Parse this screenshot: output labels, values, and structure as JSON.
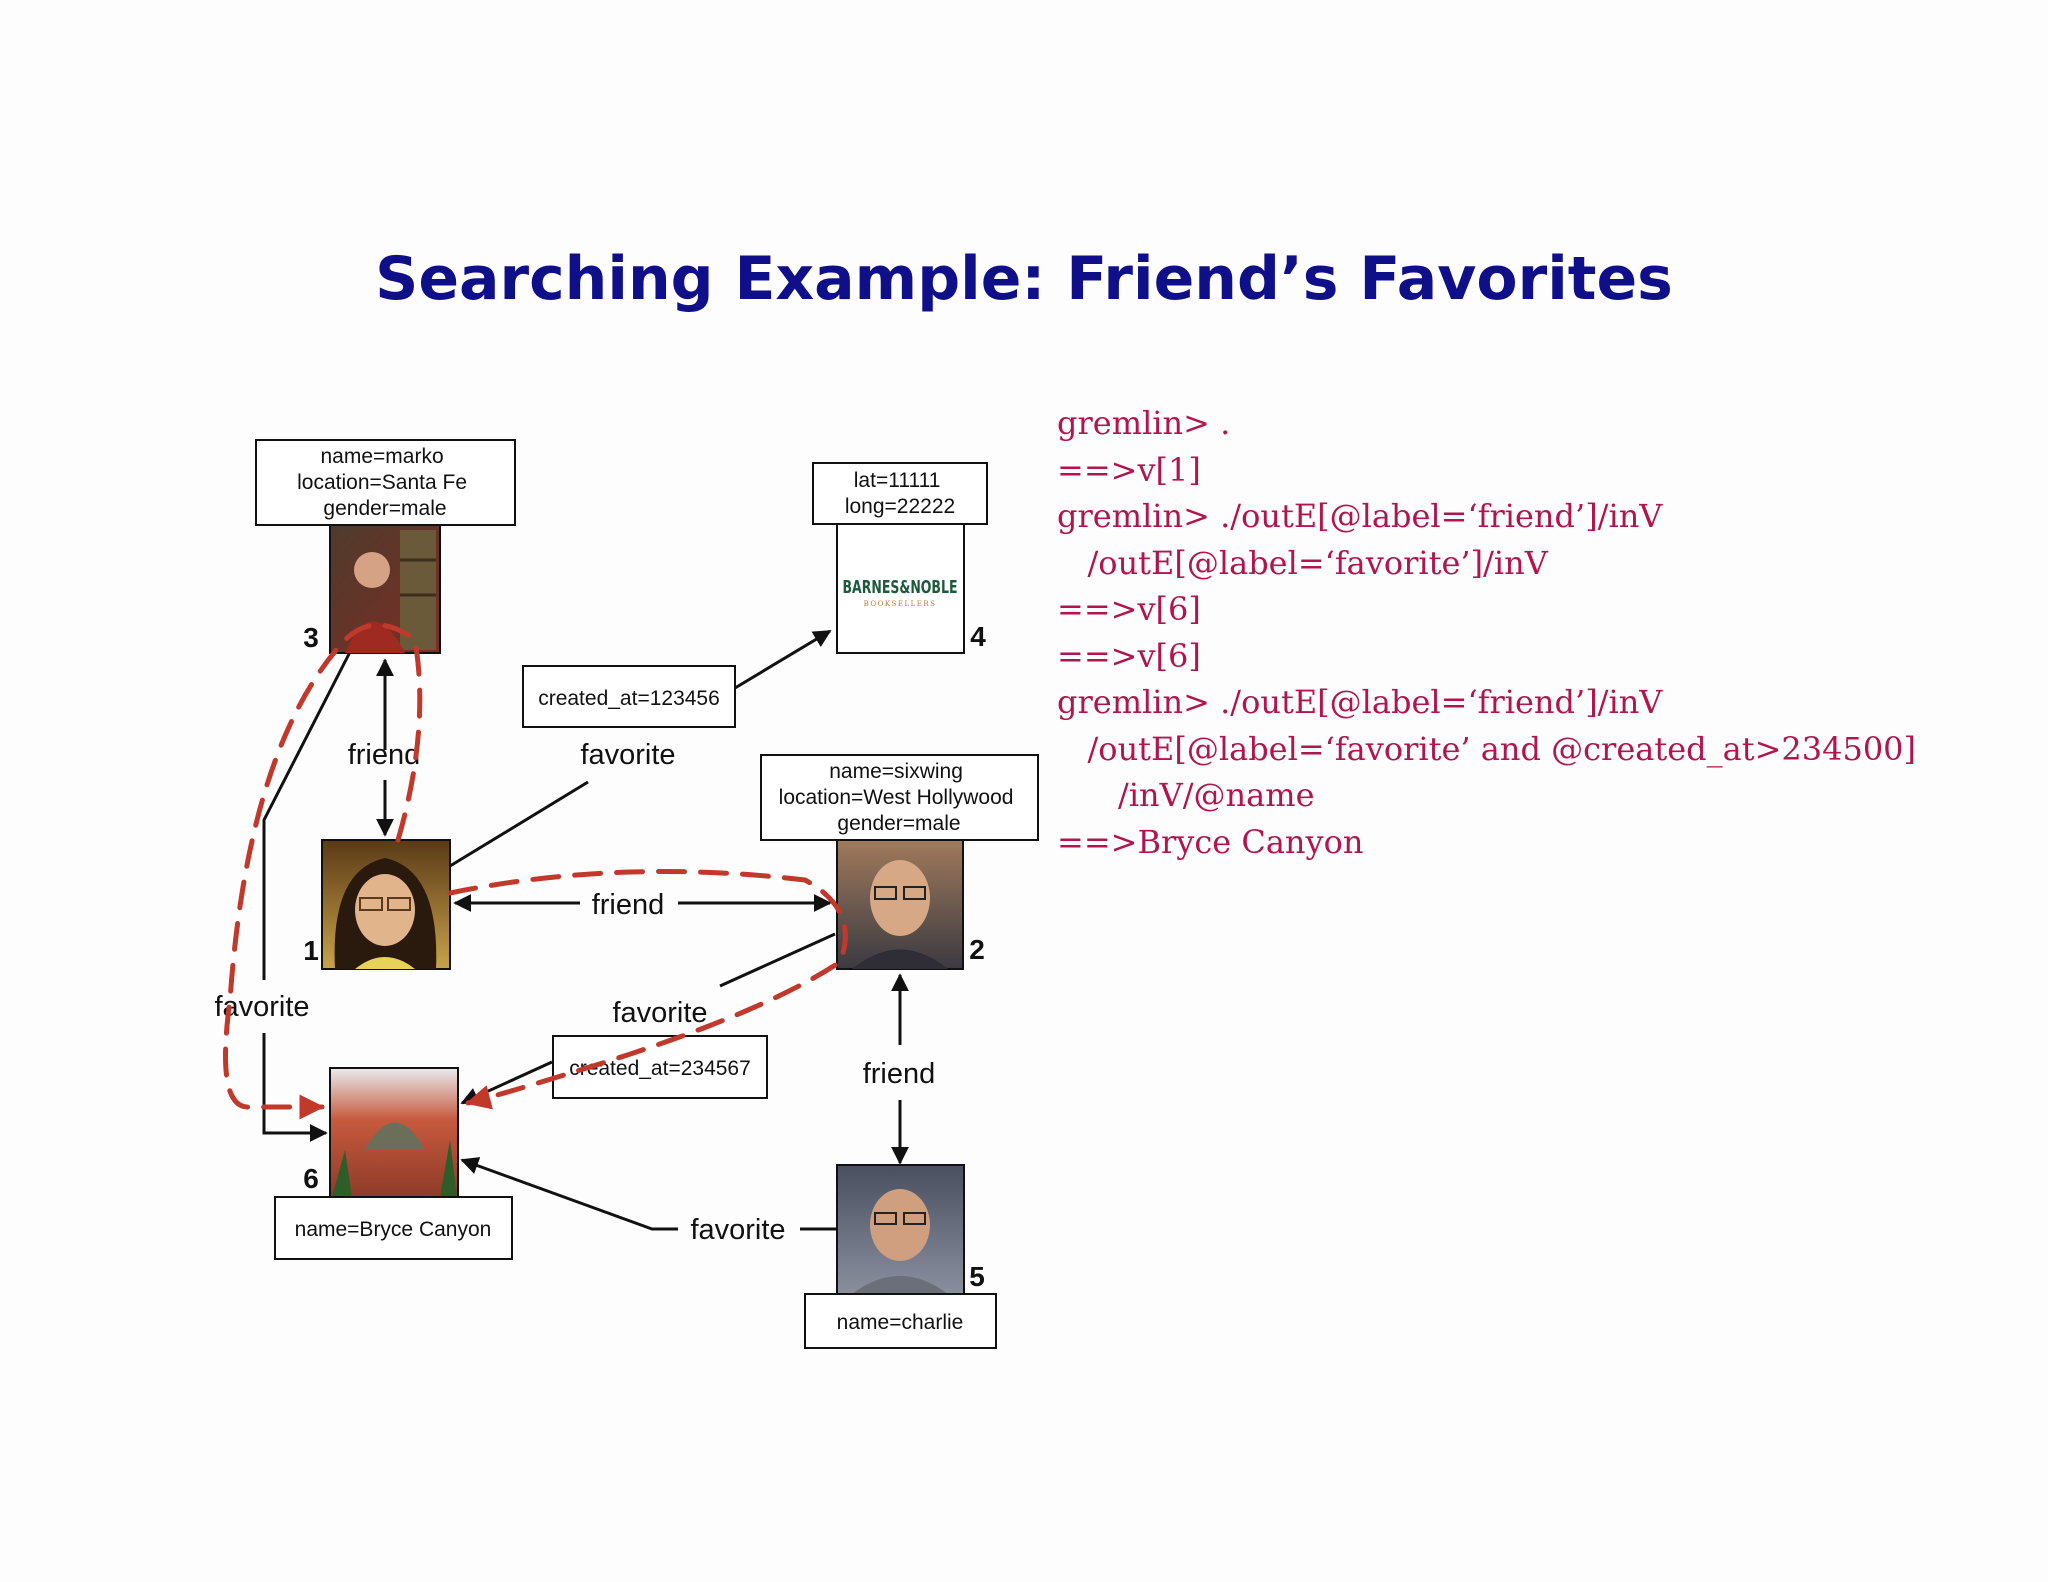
{
  "title": "Searching Example: Friend’s Favorites",
  "vertices": [
    {
      "id": "1",
      "label": "1",
      "photo": "person-photo-marko-friend"
    },
    {
      "id": "2",
      "label": "2",
      "props": [
        "name=sixwing",
        "location=West Hollywood",
        "gender=male"
      ],
      "photo": "person-photo-sixwing"
    },
    {
      "id": "3",
      "label": "3",
      "props": [
        "name=marko",
        "location=Santa Fe",
        "gender=male"
      ],
      "photo": "person-photo-marko"
    },
    {
      "id": "4",
      "label": "4",
      "props": [
        "lat=11111",
        "long=22222"
      ],
      "photo": "barnes-noble-logo",
      "logo_text": "BARNES&NOBLE",
      "logo_sub": "BOOKSELLERS"
    },
    {
      "id": "5",
      "label": "5",
      "props": [
        "name=charlie"
      ],
      "photo": "person-photo-charlie"
    },
    {
      "id": "6",
      "label": "6",
      "props": [
        "name=Bryce Canyon"
      ],
      "photo": "canyon-photo"
    }
  ],
  "edges": [
    {
      "from": "1",
      "to": "3",
      "label": "friend"
    },
    {
      "from": "1",
      "to": "2",
      "label": "friend"
    },
    {
      "from": "2",
      "to": "5",
      "label": "friend"
    },
    {
      "from": "1",
      "to": "4",
      "label": "favorite",
      "props": "created_at=123456"
    },
    {
      "from": "3",
      "to": "6",
      "label": "favorite"
    },
    {
      "from": "2",
      "to": "6",
      "label": "favorite",
      "props": "created_at=234567"
    },
    {
      "from": "5",
      "to": "6",
      "label": "favorite"
    }
  ],
  "code": [
    "gremlin> .",
    "==>v[1]",
    "gremlin> ./outE[@label=‘friend’]/inV",
    "   /outE[@label=‘favorite’]/inV",
    "==>v[6]",
    "==>v[6]",
    "gremlin> ./outE[@label=‘friend’]/inV",
    "   /outE[@label=‘favorite’ and @created_at>234500]",
    "      /inV/@name",
    "==>Bryce Canyon"
  ],
  "colors": {
    "title": "#0f0f8a",
    "code": "#b0154d",
    "traversal_path": "#c0392b",
    "edge": "#111111"
  }
}
